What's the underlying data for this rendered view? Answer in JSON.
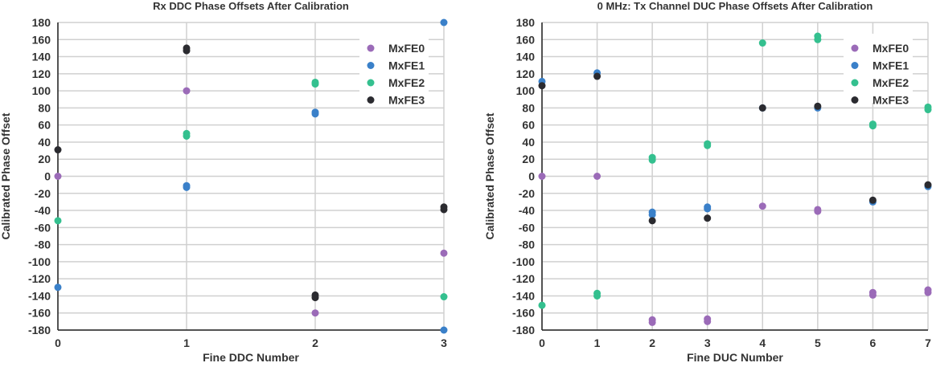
{
  "chart_data": [
    {
      "type": "scatter",
      "title": "Rx DDC Phase Offsets After Calibration",
      "xlabel": "Fine DDC Number",
      "ylabel": "Calibrated Phase Offset",
      "xlim": [
        0,
        3
      ],
      "ylim": [
        -180,
        180
      ],
      "xticks": [
        "0",
        "1",
        "2",
        "3"
      ],
      "yticks": [
        "180",
        "160",
        "140",
        "120",
        "100",
        "80",
        "60",
        "40",
        "20",
        "0",
        "-20",
        "-40",
        "-60",
        "-80",
        "-100",
        "-120",
        "-140",
        "-160",
        "-180"
      ],
      "grid": true,
      "legend": "top-right",
      "series": [
        {
          "name": "MxFE0",
          "color": "#9b6bb8",
          "points": [
            [
              0,
              0
            ],
            [
              1,
              100
            ],
            [
              2,
              -160
            ],
            [
              3,
              -90
            ]
          ]
        },
        {
          "name": "MxFE1",
          "color": "#3a80c9",
          "points": [
            [
              0,
              -130
            ],
            [
              1,
              -11
            ],
            [
              1,
              -13
            ],
            [
              2,
              75
            ],
            [
              2,
              73
            ],
            [
              3,
              180
            ],
            [
              3,
              -180
            ]
          ]
        },
        {
          "name": "MxFE2",
          "color": "#34c08f",
          "points": [
            [
              0,
              -52
            ],
            [
              1,
              50
            ],
            [
              1,
              47
            ],
            [
              2,
              110
            ],
            [
              2,
              108
            ],
            [
              3,
              -141
            ]
          ]
        },
        {
          "name": "MxFE3",
          "color": "#2b2b30",
          "points": [
            [
              0,
              31
            ],
            [
              1,
              150
            ],
            [
              1,
              147
            ],
            [
              2,
              -139
            ],
            [
              2,
              -142
            ],
            [
              3,
              -36
            ],
            [
              3,
              -39
            ]
          ]
        }
      ]
    },
    {
      "type": "scatter",
      "title": "0 MHz: Tx Channel DUC Phase Offsets After Calibration",
      "xlabel": "Fine DUC Number",
      "ylabel": "Calibrated Phase Offset",
      "xlim": [
        0,
        7
      ],
      "ylim": [
        -180,
        180
      ],
      "xticks": [
        "0",
        "1",
        "2",
        "3",
        "4",
        "5",
        "6",
        "7"
      ],
      "yticks": [
        "180",
        "160",
        "140",
        "120",
        "100",
        "80",
        "60",
        "40",
        "20",
        "0",
        "-20",
        "-40",
        "-60",
        "-80",
        "-100",
        "-120",
        "-140",
        "-160",
        "-180"
      ],
      "grid": true,
      "legend": "top-right",
      "series": [
        {
          "name": "MxFE0",
          "color": "#9b6bb8",
          "points": [
            [
              0,
              0
            ],
            [
              1,
              0
            ],
            [
              2,
              -168
            ],
            [
              2,
              -171
            ],
            [
              3,
              -167
            ],
            [
              3,
              -170
            ],
            [
              4,
              -35
            ],
            [
              5,
              -39
            ],
            [
              5,
              -41
            ],
            [
              6,
              -136
            ],
            [
              6,
              -139
            ],
            [
              7,
              -133
            ],
            [
              7,
              -136
            ]
          ]
        },
        {
          "name": "MxFE1",
          "color": "#3a80c9",
          "points": [
            [
              0,
              111
            ],
            [
              1,
              121
            ],
            [
              2,
              -42
            ],
            [
              2,
              -45
            ],
            [
              3,
              -36
            ],
            [
              3,
              -38
            ],
            [
              4,
              80
            ],
            [
              5,
              80
            ],
            [
              6,
              -30
            ],
            [
              7,
              -12
            ]
          ]
        },
        {
          "name": "MxFE2",
          "color": "#34c08f",
          "points": [
            [
              0,
              -151
            ],
            [
              1,
              -137
            ],
            [
              1,
              -140
            ],
            [
              2,
              22
            ],
            [
              2,
              19
            ],
            [
              3,
              38
            ],
            [
              3,
              36
            ],
            [
              4,
              156
            ],
            [
              5,
              164
            ],
            [
              5,
              160
            ],
            [
              6,
              61
            ],
            [
              6,
              59
            ],
            [
              7,
              81
            ],
            [
              7,
              78
            ]
          ]
        },
        {
          "name": "MxFE3",
          "color": "#2b2b30",
          "points": [
            [
              0,
              106
            ],
            [
              1,
              117
            ],
            [
              2,
              -52
            ],
            [
              3,
              -49
            ],
            [
              4,
              80
            ],
            [
              5,
              82
            ],
            [
              6,
              -28
            ],
            [
              7,
              -10
            ]
          ]
        }
      ]
    }
  ]
}
